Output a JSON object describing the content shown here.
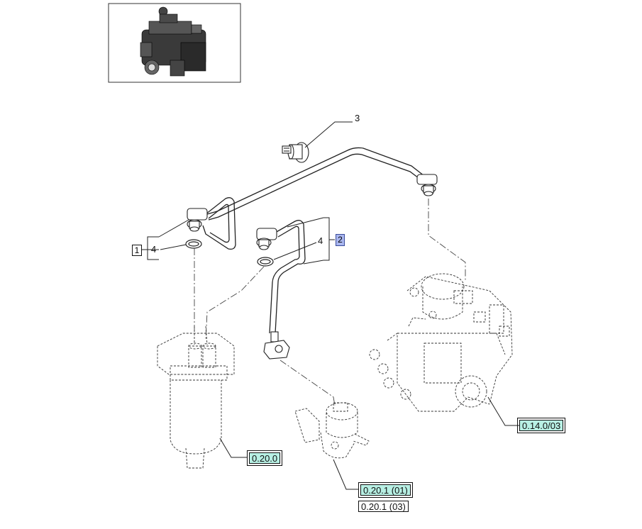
{
  "thumbnail": {
    "icon": "engine-thumbnail-icon"
  },
  "callouts": {
    "item_1": "1",
    "item_2": "2",
    "item_3": "3",
    "item_4_left": "4",
    "item_4_right": "4"
  },
  "references": {
    "ref_020": "0.20.0",
    "ref_0201_01": "0.20.1 (01)",
    "ref_0201_03": "0.20.1 (03)",
    "ref_0140_03": "0.14.0/03"
  },
  "colors": {
    "highlight": "#b8f0e4",
    "selected_item": "#a9b6ef",
    "line": "#222222"
  }
}
